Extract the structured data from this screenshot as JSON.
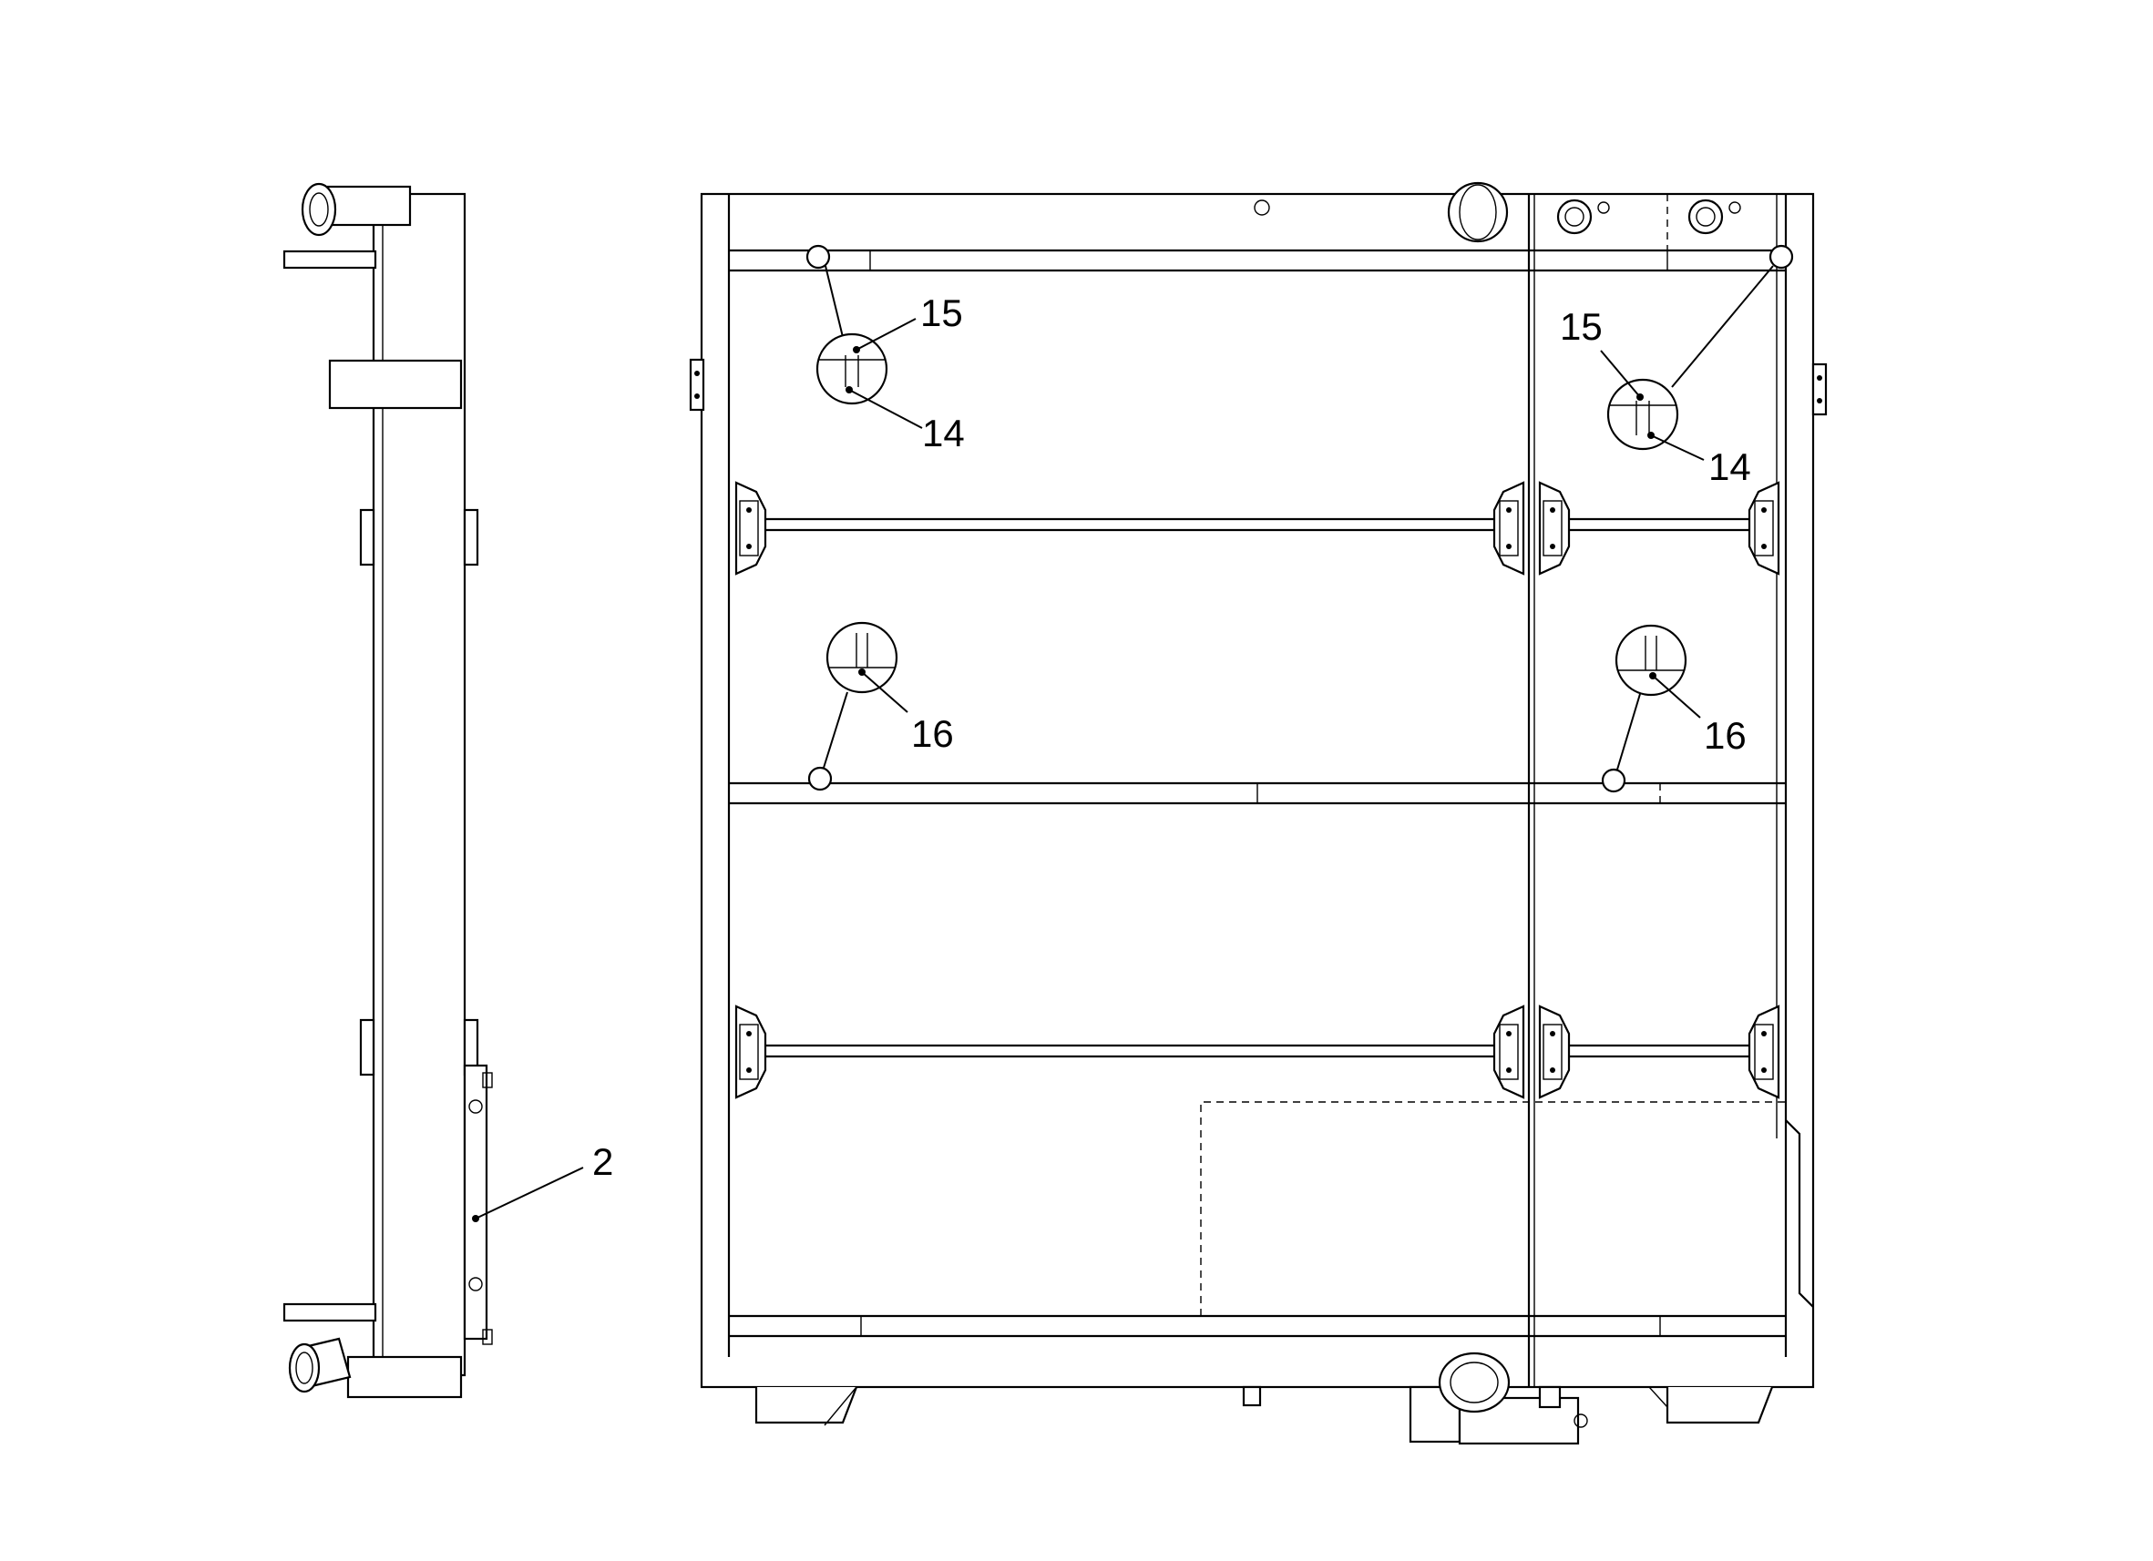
{
  "callouts": [
    {
      "id": "c2",
      "label": "2"
    },
    {
      "id": "c15a",
      "label": "15"
    },
    {
      "id": "c14a",
      "label": "14"
    },
    {
      "id": "c15b",
      "label": "15"
    },
    {
      "id": "c14b",
      "label": "14"
    },
    {
      "id": "c16a",
      "label": "16"
    },
    {
      "id": "c16b",
      "label": "16"
    }
  ]
}
